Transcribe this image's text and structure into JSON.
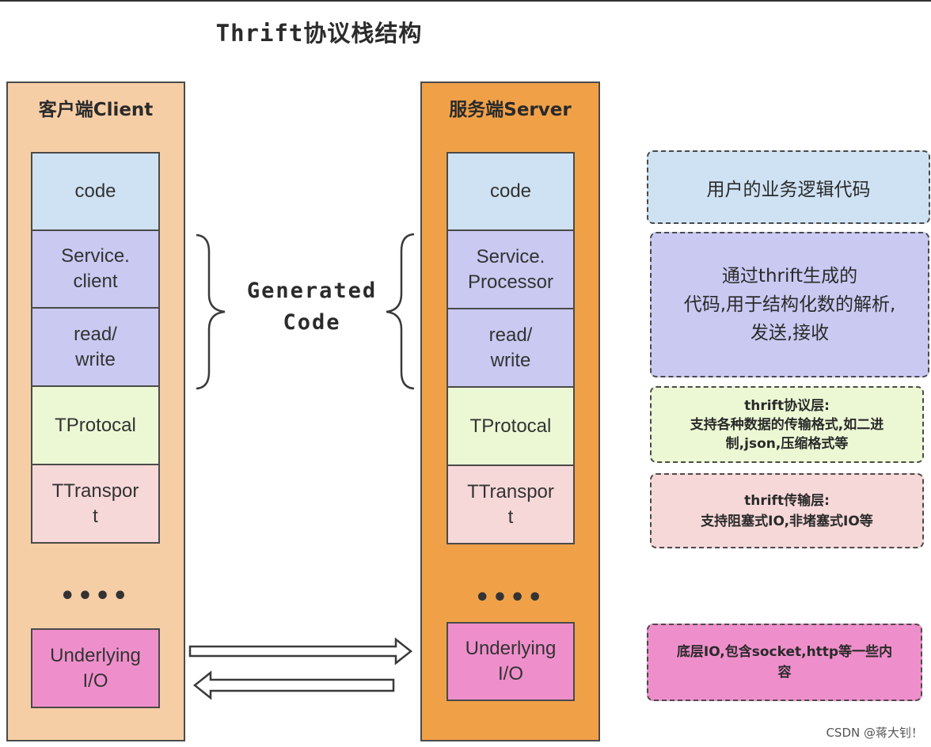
{
  "title": "Thrift协议栈结构",
  "client": {
    "title": "客户端Client",
    "layers": {
      "code": "code",
      "service": "Service.\nclient",
      "readwrite": "read/\nwrite",
      "protocol": "TProtocal",
      "transport": "TTranspor\nt",
      "ellipsis": "••••",
      "io": "Underlying\nI/O"
    }
  },
  "server": {
    "title": "服务端Server",
    "layers": {
      "code": "code",
      "service": "Service.\nProcessor",
      "readwrite": "read/\nwrite",
      "protocol": "TProtocal",
      "transport": "TTranspor\nt",
      "ellipsis": "••••",
      "io": "Underlying\nI/O"
    }
  },
  "generated_code_label": "Generated\nCode",
  "descriptions": {
    "user_code": "用户的业务逻辑代码",
    "generated": "通过thrift生成的\n代码,用于结构化数的解析,\n发送,接收",
    "protocol": "thrift协议层:\n支持各种数据的传输格式,如二进\n制,json,压缩格式等",
    "transport": "thrift传输层:\n支持阻塞式IO,非堵塞式IO等",
    "io": "底层IO,包含socket,http等一些内\n容"
  },
  "watermark": "CSDN @蒋大钊！",
  "colors": {
    "client_bg": "#f6cea6",
    "server_bg": "#f0a148",
    "code": "#cfe2f3",
    "generated": "#c9c9f2",
    "protocol": "#ecf8d4",
    "transport": "#f7d8d8",
    "io": "#ee8fcb"
  }
}
